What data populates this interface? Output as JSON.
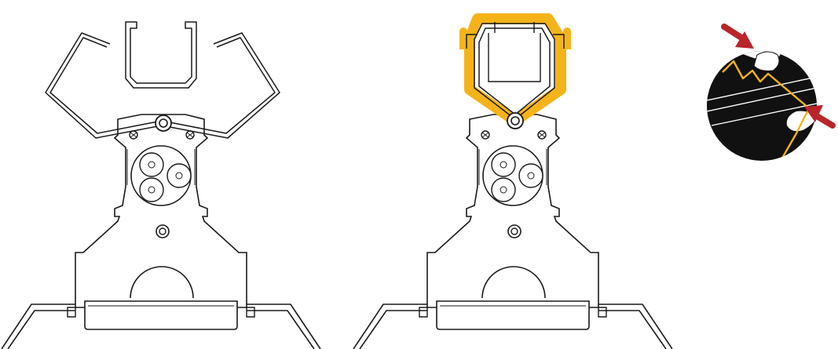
{
  "figure": {
    "panels": [
      {
        "id": "before",
        "state": "clip-open"
      },
      {
        "id": "after",
        "state": "clip-closed"
      },
      {
        "id": "detail",
        "state": "squeeze-clip"
      }
    ],
    "colors": {
      "line": "#1a1a1a",
      "highlight": "#f5b31a",
      "arrow": "#b8252a",
      "detail_bg": "#111111",
      "paper": "#ffffff"
    }
  }
}
